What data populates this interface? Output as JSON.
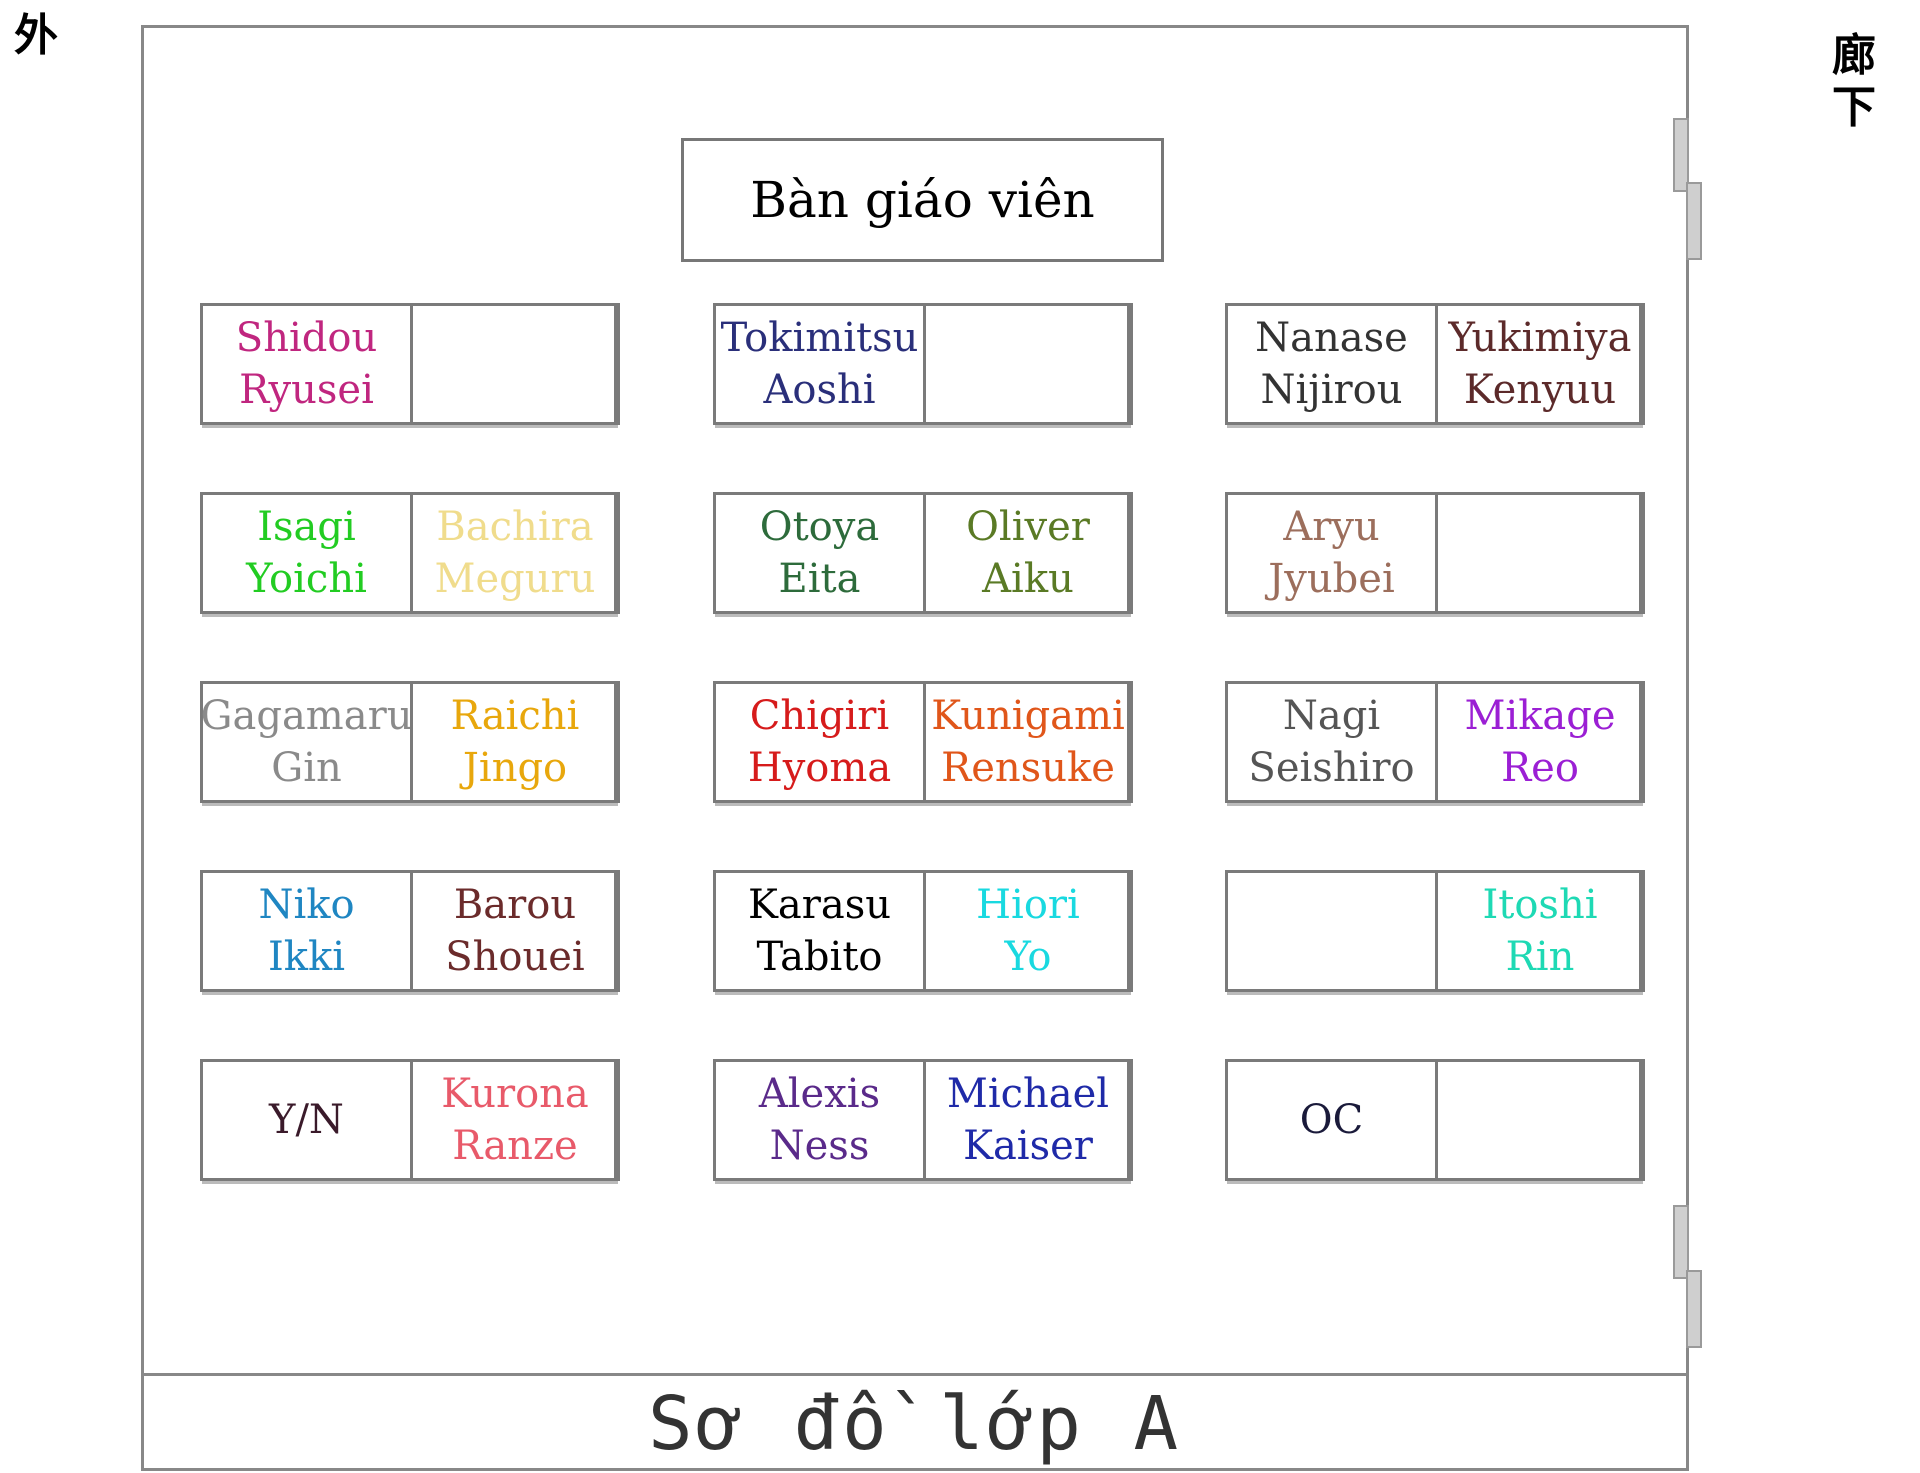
{
  "labels": {
    "outside": "外",
    "corridor": "廊下"
  },
  "title": "Sơ đồ lớp A",
  "teacher_desk": "Bàn giáo viên",
  "desks": [
    [
      {
        "l1": "Shidou",
        "l2": "Ryusei",
        "color": "#c0267f"
      },
      {
        "l1": "",
        "l2": "",
        "color": "#000000"
      }
    ],
    [
      {
        "l1": "Tokimitsu",
        "l2": "Aoshi",
        "color": "#2a2f7a"
      },
      {
        "l1": "",
        "l2": "",
        "color": "#000000"
      }
    ],
    [
      {
        "l1": "Nanase",
        "l2": "Nijirou",
        "color": "#333333"
      },
      {
        "l1": "Yukimiya",
        "l2": "Kenyuu",
        "color": "#5c2a2a"
      }
    ],
    [
      {
        "l1": "Isagi",
        "l2": "Yoichi",
        "color": "#22cc22"
      },
      {
        "l1": "Bachira",
        "l2": "Meguru",
        "color": "#f0dc8c"
      }
    ],
    [
      {
        "l1": "Otoya",
        "l2": "Eita",
        "color": "#2d6b3b"
      },
      {
        "l1": "Oliver",
        "l2": "Aiku",
        "color": "#5a7a25"
      }
    ],
    [
      {
        "l1": "Aryu",
        "l2": "Jyubei",
        "color": "#9c6e5c"
      },
      {
        "l1": "",
        "l2": "",
        "color": "#000000"
      }
    ],
    [
      {
        "l1": "Gagamaru",
        "l2": "Gin",
        "color": "#8a8a8a"
      },
      {
        "l1": "Raichi",
        "l2": "Jingo",
        "color": "#e8a70c"
      }
    ],
    [
      {
        "l1": "Chigiri",
        "l2": "Hyoma",
        "color": "#d61b1b"
      },
      {
        "l1": "Kunigami",
        "l2": "Rensuke",
        "color": "#e0561a"
      }
    ],
    [
      {
        "l1": "Nagi",
        "l2": "Seishiro",
        "color": "#555555"
      },
      {
        "l1": "Mikage",
        "l2": "Reo",
        "color": "#9b1fd4"
      }
    ],
    [
      {
        "l1": "Niko",
        "l2": "Ikki",
        "color": "#1f86c2"
      },
      {
        "l1": "Barou",
        "l2": "Shouei",
        "color": "#6b2b2b"
      }
    ],
    [
      {
        "l1": "Karasu",
        "l2": "Tabito",
        "color": "#000000"
      },
      {
        "l1": "Hiori",
        "l2": "Yo",
        "color": "#19d9e0"
      }
    ],
    [
      {
        "l1": "",
        "l2": "",
        "color": "#000000"
      },
      {
        "l1": "Itoshi",
        "l2": "Rin",
        "color": "#1ed9b4"
      }
    ],
    [
      {
        "l1": "Y/N",
        "l2": "",
        "color": "#3a1a2a"
      },
      {
        "l1": "Kurona",
        "l2": "Ranze",
        "color": "#e85a6a"
      }
    ],
    [
      {
        "l1": "Alexis",
        "l2": "Ness",
        "color": "#5a2a8a"
      },
      {
        "l1": "Michael",
        "l2": "Kaiser",
        "color": "#1f2aa8"
      }
    ],
    [
      {
        "l1": "OC",
        "l2": "",
        "color": "#1a1a3a"
      },
      {
        "l1": "",
        "l2": "",
        "color": "#000000"
      }
    ]
  ]
}
